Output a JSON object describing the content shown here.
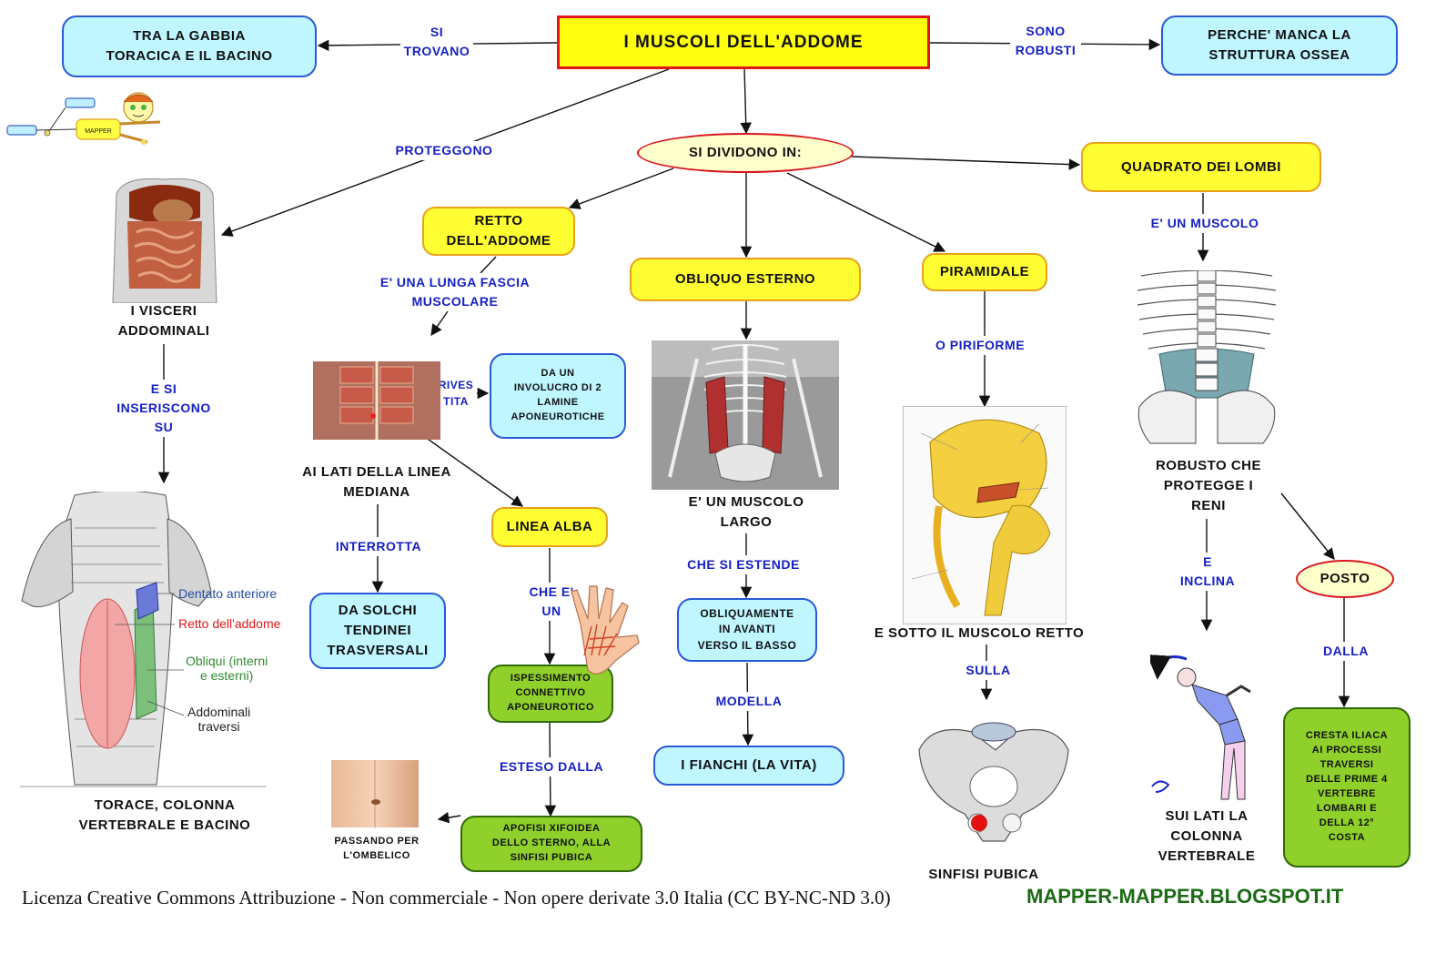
{
  "title": "I   MUSCOLI      DELL'ADDOME",
  "nodes": {
    "gabbia": "TRA  LA  GABBIA\nTORACICA  E IL  BACINO",
    "struttura": "PERCHE'   MANCA  LA\nSTRUTTURA   OSSEA",
    "dividono": "SI   DIVIDONO   IN:",
    "quadrato": "QUADRATO   DEI  LOMBI",
    "retto": "RETTO\nDELL'ADDOME",
    "obliquo": "OBLIQUO    ESTERNO",
    "piramidale": "PIRAMIDALE",
    "visceri": "I  VISCERI\nADDOMINALI",
    "involucro": "DA  UN\nINVOLUCRO    DI 2\nLAMINE\nAPONEUROTICHE",
    "lati_linea": "AI  LATI   DELLA   LINEA\nMEDIANA",
    "linea_alba": "LINEA   ALBA",
    "solchi": "DA   SOLCHI\nTENDINEI\nTRASVERSALI",
    "ispessimento": "ISPESSIMENTO\nCONNETTIVO\nAPONEUROTICO",
    "apofisi": "APOFISI    XIFOIDEA\nDELLO    STERNO,    ALLA\nSINFISI    PUBICA",
    "ombelico": "PASSANDO    PER\nL'OMBELICO",
    "torace": "TORACE,     COLONNA\nVERTEBRALE    E  BACINO",
    "muscolo_largo": "E'  UN    MUSCOLO\nLARGO",
    "obliquamente": "OBLIQUAMENTE\nIN   AVANTI\nVERSO   IL   BASSO",
    "fianchi": "I   FIANCHI   (LA   VITA)",
    "sotto_retto": "E   SOTTO   IL   MUSCOLO      RETTO",
    "sinfisi": "SINFISI     PUBICA",
    "robusto": "ROBUSTO    CHE\nPROTEGGE    I\nRENI",
    "posto": "POSTO",
    "lati_colonna": "SUI  LATI  LA\nCOLONNA\nVERTEBRALE",
    "crestra": "CRESTA    ILIACA\nAI   PROCESSI\nTRAVERSI\nDELLE   PRIME   4\nVERTEBRE\nLOMBARI   E\nDELLA    12°\nCOSTA"
  },
  "links": {
    "si_trovano": "SI\nTROVANO",
    "sono_robusti": "SONO\nROBUSTI",
    "proteggono": "PROTEGGONO",
    "inseriscono": "E  SI\nINSERISCONO\nSU",
    "lunga_fascia": "E'  UNA   LUNGA     FASCIA\nMUSCOLARE",
    "rivestita": "RIVES\nTITA",
    "interrotta": "INTERROTTA",
    "che_e_un": "CHE   E'\nUN",
    "esteso_dalla": "ESTESO      DALLA",
    "che_si_estende": "CHE   SI    ESTENDE",
    "modella": "MODELLA",
    "piriforme": "O    PIRIFORME",
    "sulla": "SULLA",
    "e_un_muscolo": "E'  UN    MUSCOLO",
    "e_inclina": "E\nINCLINA",
    "dalla": "DALLA"
  },
  "anatomy_labels": {
    "dentato": "Dentato anteriore",
    "retto_add": "Retto dell'addome",
    "obliqui": "Obliqui (interni\ne esterni)",
    "addominali": "Addominali\ntraversi"
  },
  "mascot_label": "MAPPER",
  "footer": {
    "license": "Licenza Creative Commons Attribuzione - Non commerciale - Non opere derivate 3.0 Italia (CC BY-NC-ND 3.0)",
    "site": "MAPPER-MAPPER.BLOGSPOT.IT"
  },
  "colors": {
    "yellow_node": "#ffff33",
    "cyan_node": "#bff6ff",
    "green_node": "#8fd02a",
    "link_text": "#1620c4",
    "footer_site": "#1a6b12"
  }
}
